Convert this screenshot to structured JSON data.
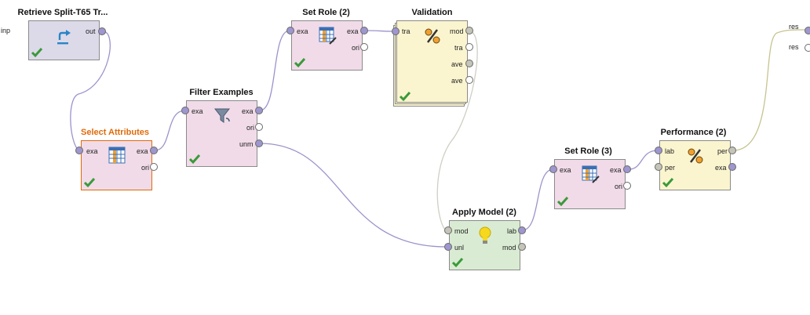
{
  "process": {
    "input_port_label": "inp",
    "result_port_labels": [
      "res",
      "res"
    ]
  },
  "operators": {
    "retrieve": {
      "title": "Retrieve Split-T65 Tr...",
      "ports_out": [
        "out"
      ]
    },
    "select_attributes": {
      "title": "Select Attributes",
      "ports_in": [
        "exa"
      ],
      "ports_out": [
        "exa",
        "ori"
      ]
    },
    "filter_examples": {
      "title": "Filter Examples",
      "ports_in": [
        "exa"
      ],
      "ports_out": [
        "exa",
        "ori",
        "unm"
      ]
    },
    "set_role_2": {
      "title": "Set Role (2)",
      "ports_in": [
        "exa"
      ],
      "ports_out": [
        "exa",
        "ori"
      ]
    },
    "validation": {
      "title": "Validation",
      "ports_in": [
        "tra"
      ],
      "ports_out": [
        "mod",
        "tra",
        "ave",
        "ave"
      ]
    },
    "apply_model_2": {
      "title": "Apply Model (2)",
      "ports_in": [
        "mod",
        "unl"
      ],
      "ports_out": [
        "lab",
        "mod"
      ]
    },
    "set_role_3": {
      "title": "Set Role (3)",
      "ports_in": [
        "exa"
      ],
      "ports_out": [
        "exa",
        "ori"
      ]
    },
    "performance_2": {
      "title": "Performance (2)",
      "ports_in": [
        "lab",
        "per"
      ],
      "ports_out": [
        "per",
        "exa"
      ]
    }
  },
  "colors": {
    "retrieve_bg": "#dcdae9",
    "data_op_bg": "#f1dbe8",
    "validation_bg": "#fbf5cf",
    "apply_bg": "#d9ecd3",
    "performance_bg": "#fbf5cf",
    "selected_border": "#e06b0a",
    "wire_data": "#9b93cc",
    "wire_model": "#cfcfc4",
    "wire_perf": "#c7c48f"
  },
  "icons": {
    "retrieve": "retrieve-arrow-icon",
    "select_attributes": "table-icon",
    "filter_examples": "funnel-icon",
    "set_role": "table-edit-icon",
    "validation": "percent-icon",
    "apply_model": "lightbulb-icon",
    "performance": "percent-icon",
    "status": "checkmark-icon"
  }
}
